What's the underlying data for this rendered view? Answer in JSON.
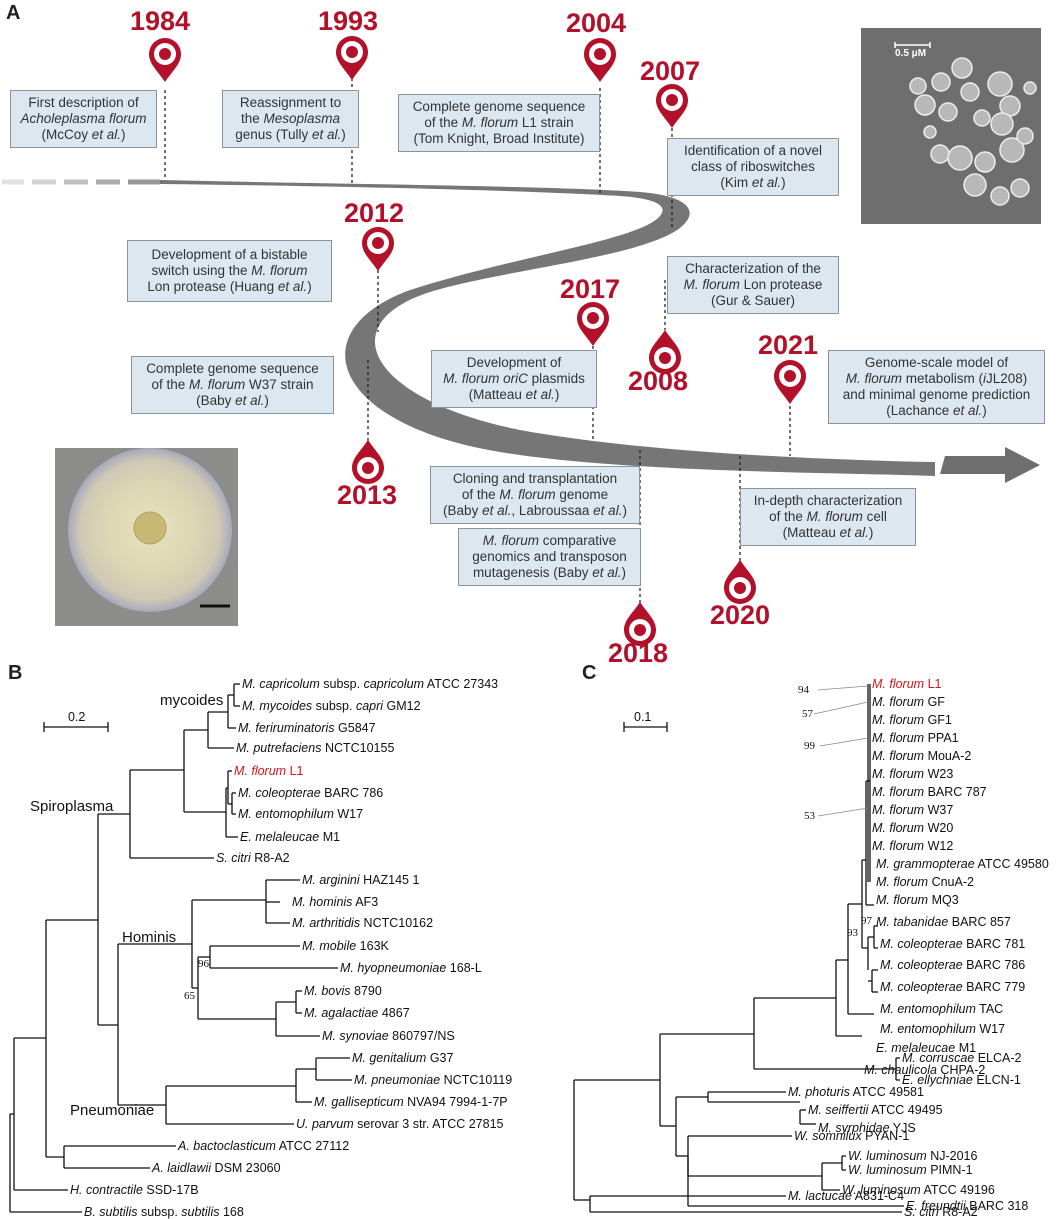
{
  "panels": {
    "a": "A",
    "b": "B",
    "c": "C"
  },
  "timeline": {
    "colors": {
      "accent": "#b3102a",
      "box": "#dde7ef",
      "arrow": "#6e6e6e"
    },
    "years": [
      "1984",
      "1993",
      "2004",
      "2007",
      "2012",
      "2017",
      "2008",
      "2021",
      "2013",
      "2018",
      "2020"
    ],
    "events": [
      {
        "year": "1984",
        "lines": [
          "First description of",
          "<i>Acholeplasma florum</i>",
          "(McCoy <i>et al.</i>)"
        ]
      },
      {
        "year": "1993",
        "lines": [
          "Reassignment to",
          "the <i>Mesoplasma</i>",
          "genus (Tully <i>et al.</i>)"
        ]
      },
      {
        "year": "2004",
        "lines": [
          "Complete genome sequence",
          "of the <i>M. florum</i> L1 strain",
          "(Tom Knight, Broad Institute)"
        ]
      },
      {
        "year": "2007",
        "lines": [
          "Identification of a novel",
          "class of riboswitches",
          "(Kim <i>et al.</i>)"
        ]
      },
      {
        "year": "2012",
        "lines": [
          "Development of a bistable",
          "switch using the <i>M. florum</i>",
          "Lon protease (Huang <i>et al.</i>)"
        ]
      },
      {
        "year": "2008",
        "lines": [
          "Characterization of the",
          "<i>M. florum</i> Lon protease",
          "(Gur &amp; Sauer)"
        ]
      },
      {
        "year": "2013",
        "lines": [
          "Complete genome sequence",
          "of the <i>M. florum</i> W37 strain",
          "(Baby <i>et al.</i>)"
        ]
      },
      {
        "year": "2017",
        "lines": [
          "Development of",
          "<i>M. florum oriC</i> plasmids",
          "(Matteau <i>et al.</i>)"
        ]
      },
      {
        "year": "2021",
        "lines": [
          "Genome-scale model of",
          "<i>M. florum</i> metabolism (<i>i</i>JL208)",
          "and minimal genome prediction",
          "(Lachance <i>et al.</i>)"
        ]
      },
      {
        "year": "2018a",
        "lines": [
          "Cloning and transplantation",
          "of the <i>M. florum</i> genome",
          "(Baby <i>et al.</i>, Labroussaa <i>et al.</i>)"
        ]
      },
      {
        "year": "2018b",
        "lines": [
          "<i>M. florum</i> comparative",
          "genomics and transposon",
          "mutagenesis (Baby <i>et al.</i>)"
        ]
      },
      {
        "year": "2020",
        "lines": [
          "In-depth characterization",
          "of the <i>M. florum</i> cell",
          "(Matteau <i>et al.</i>)"
        ]
      }
    ],
    "sem_scale": "0.5 μM"
  },
  "tree_b": {
    "scale": "0.2",
    "clades": [
      "mycoides",
      "Spiroplasma",
      "Hominis",
      "Pneumoniae"
    ],
    "taxa": [
      {
        "sp": "M. capricolum",
        "rest": " subsp. ",
        "sp2": "capricolum",
        "strain": " ATCC 27343"
      },
      {
        "sp": "M. mycoides",
        "rest": " subsp. ",
        "sp2": "capri",
        "strain": " GM12"
      },
      {
        "sp": "M. feriruminatoris",
        "strain": " G5847"
      },
      {
        "sp": "M. putrefaciens",
        "strain": " NCTC10155"
      },
      {
        "sp": "M. florum",
        "strain": " L1",
        "highlight": true
      },
      {
        "sp": "M. coleopterae",
        "strain": " BARC 786"
      },
      {
        "sp": "M. entomophilum",
        "strain": " W17"
      },
      {
        "sp": "E. melaleucae",
        "strain": " M1"
      },
      {
        "sp": "S. citri",
        "strain": " R8-A2"
      },
      {
        "sp": "M. arginini",
        "strain": " HAZ145 1"
      },
      {
        "sp": "M. hominis",
        "strain": " AF3"
      },
      {
        "sp": "M. arthritidis",
        "strain": " NCTC10162"
      },
      {
        "sp": "M. mobile",
        "strain": " 163K"
      },
      {
        "sp": "M. hyopneumoniae",
        "strain": " 168-L"
      },
      {
        "sp": "M. bovis",
        "strain": " 8790"
      },
      {
        "sp": "M. agalactiae",
        "strain": " 4867"
      },
      {
        "sp": "M. synoviae",
        "strain": " 860797/NS"
      },
      {
        "sp": "M. genitalium",
        "strain": " G37"
      },
      {
        "sp": "M. pneumoniae",
        "strain": " NCTC10119"
      },
      {
        "sp": "M. gallisepticum",
        "strain": " NVA94 7994-1-7P"
      },
      {
        "sp": "U. parvum",
        "strain": " serovar 3 str. ATCC 27815"
      },
      {
        "sp": "A. bactoclasticum",
        "strain": " ATCC 27112"
      },
      {
        "sp": "A. laidlawii",
        "strain": " DSM 23060"
      },
      {
        "sp": "H. contractile",
        "strain": " SSD-17B"
      },
      {
        "sp": "B. subtilis",
        "rest": " subsp. ",
        "sp2": "subtilis",
        "strain": " 168"
      }
    ],
    "bootstrap": [
      "96",
      "65"
    ]
  },
  "tree_c": {
    "scale": "0.1",
    "taxa": [
      {
        "sp": "M. florum",
        "strain": " L1",
        "highlight": true
      },
      {
        "sp": "M. florum",
        "strain": " GF"
      },
      {
        "sp": "M. florum",
        "strain": " GF1"
      },
      {
        "sp": "M. florum",
        "strain": " PPA1"
      },
      {
        "sp": "M. florum",
        "strain": " MouA-2"
      },
      {
        "sp": "M. florum",
        "strain": " W23"
      },
      {
        "sp": "M. florum",
        "strain": " BARC 787"
      },
      {
        "sp": "M. florum",
        "strain": " W37"
      },
      {
        "sp": "M. florum",
        "strain": " W20"
      },
      {
        "sp": "M. florum",
        "strain": " W12"
      },
      {
        "sp": "M. grammopterae",
        "strain": " ATCC 49580"
      },
      {
        "sp": "M. florum",
        "strain": " CnuA-2"
      },
      {
        "sp": "M. florum",
        "strain": " MQ3"
      },
      {
        "sp": "M. tabanidae",
        "strain": " BARC 857"
      },
      {
        "sp": "M. coleopterae",
        "strain": " BARC 781"
      },
      {
        "sp": "M. coleopterae",
        "strain": " BARC 786"
      },
      {
        "sp": "M. coleopterae",
        "strain": " BARC 779"
      },
      {
        "sp": "M. entomophilum",
        "strain": " TAC"
      },
      {
        "sp": "M. entomophilum",
        "strain": " W17"
      },
      {
        "sp": "E. melaleucae",
        "strain": " M1"
      },
      {
        "sp": "M. chaulicola",
        "strain": " CHPA-2"
      },
      {
        "sp": "M. corruscae",
        "strain": " ELCA-2"
      },
      {
        "sp": "E. ellychniae",
        "strain": " ELCN-1"
      },
      {
        "sp": "M. photuris",
        "strain": " ATCC 49581"
      },
      {
        "sp": "M. seiffertii",
        "strain": " ATCC 49495"
      },
      {
        "sp": "M. syrphidae",
        "strain": " YJS"
      },
      {
        "sp": "W. somnilux",
        "strain": " PYAN-1"
      },
      {
        "sp": "W. luminosum",
        "strain": " NJ-2016"
      },
      {
        "sp": "W. luminosum",
        "strain": " PIMN-1"
      },
      {
        "sp": "W. luminosum",
        "strain": " ATCC 49196"
      },
      {
        "sp": "E. freundtii",
        "strain": " BARC 318"
      },
      {
        "sp": "M. lactucae",
        "strain": " A831-C4"
      },
      {
        "sp": "S. citri",
        "strain": " R8-A2"
      }
    ],
    "bootstrap": [
      "94",
      "57",
      "99",
      "53",
      "97",
      "93"
    ]
  }
}
